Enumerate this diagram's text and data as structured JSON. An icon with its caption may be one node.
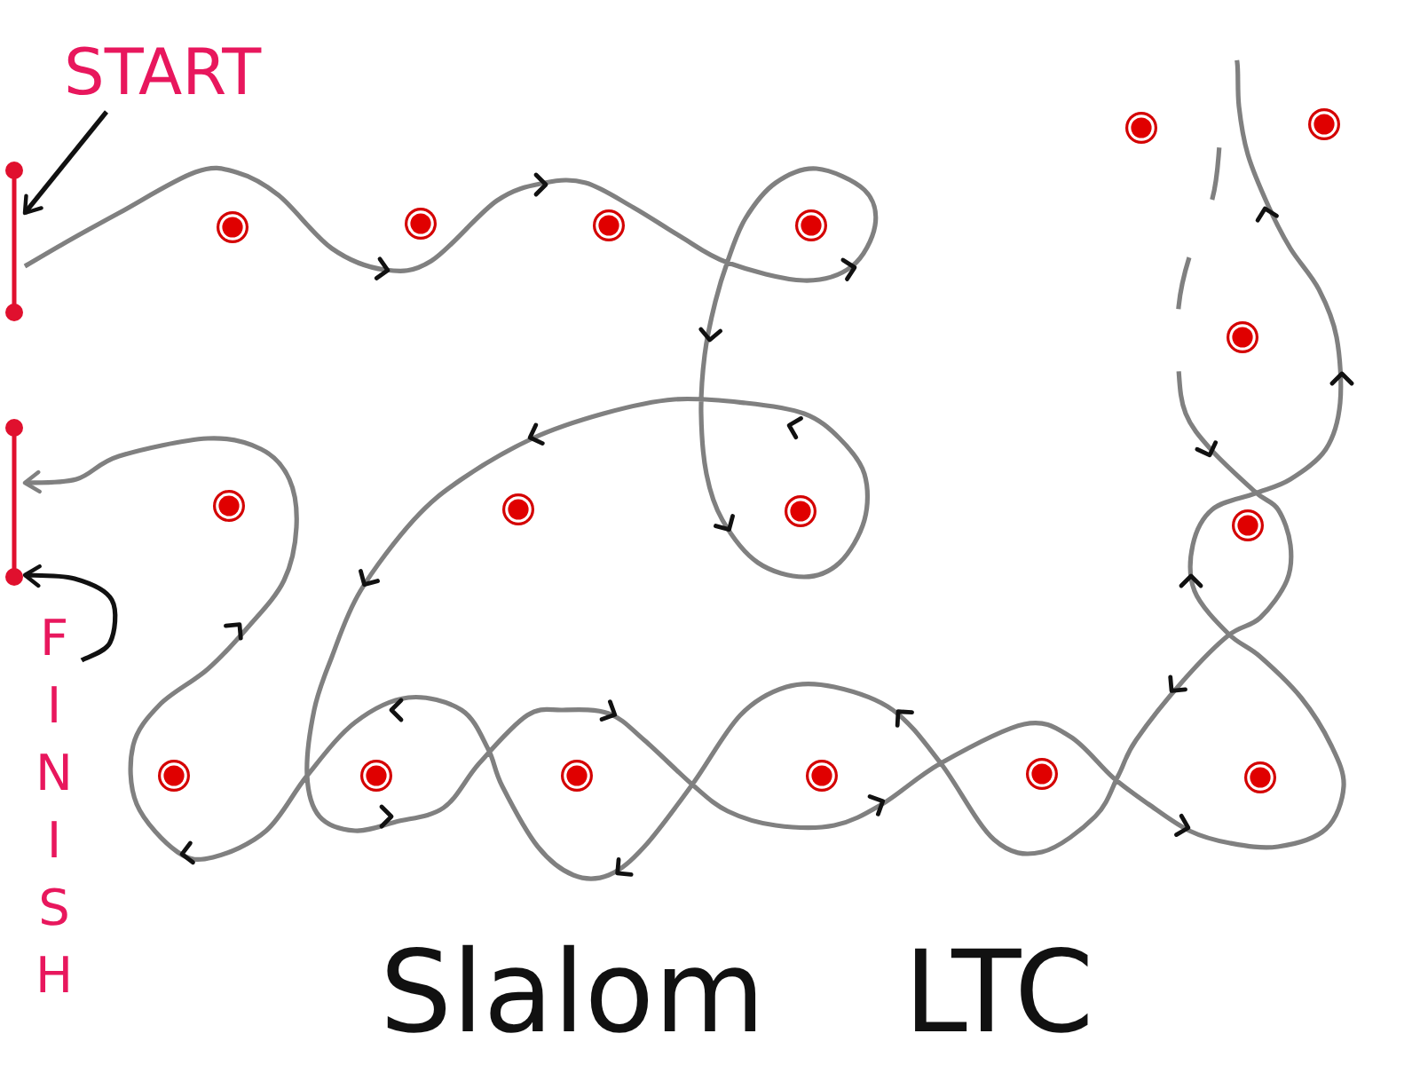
{
  "diagram": {
    "title": "Slalom LTC",
    "nodes": [
      {
        "text": [
          "START"
        ]
      },
      {
        "text": [],
        "shape": "bar"
      },
      {
        "text": [],
        "shape": "bar"
      },
      {
        "text": [
          "FINISH"
        ]
      },
      {
        "text": [],
        "shape": "circle"
      },
      {
        "text": [],
        "shape": "circle"
      },
      {
        "text": [],
        "shape": "circle"
      },
      {
        "text": [],
        "shape": "circle"
      },
      {
        "text": [],
        "shape": "circle"
      },
      {
        "text": [],
        "shape": "circle"
      },
      {
        "text": [],
        "shape": "circle"
      },
      {
        "text": [],
        "shape": "circle"
      },
      {
        "text": [],
        "shape": "circle"
      },
      {
        "text": [],
        "shape": "circle"
      },
      {
        "text": [],
        "shape": "circle"
      },
      {
        "text": [],
        "shape": "circle"
      },
      {
        "text": [],
        "shape": "circle"
      },
      {
        "text": [],
        "shape": "circle"
      },
      {
        "text": [],
        "shape": "circle"
      },
      {
        "text": [],
        "shape": "circle"
      },
      {
        "text": [],
        "shape": "circle"
      }
    ],
    "edges": [
      {
        "from": 0,
        "to": 1,
        "arrow": "to"
      },
      {
        "from": 1,
        "to": 2,
        "arrow": "to",
        "style": "dashed",
        "color": "#808080"
      },
      {
        "from": 3,
        "to": 2,
        "arrow": "to"
      }
    ]
  }
}
